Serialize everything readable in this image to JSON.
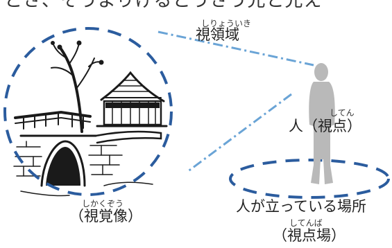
{
  "top_text": "とさ、そうよりげるとうさう兄と兄え",
  "field_of_view": {
    "reading": "しりょういき",
    "label": "視領域"
  },
  "viewpoint": {
    "reading": "してん",
    "label": "人（視点）"
  },
  "visual_image": {
    "reading": "しかくぞう",
    "label": "（視覚像）"
  },
  "standing_place": {
    "label": "人が立っている場所",
    "reading": "してんば",
    "label2": "（視点場）"
  },
  "colors": {
    "dashed_ring": "#2b5c9e",
    "sight_line": "#6aa4d6",
    "person": "#b9b9b9",
    "ink": "#1a1a1a"
  }
}
